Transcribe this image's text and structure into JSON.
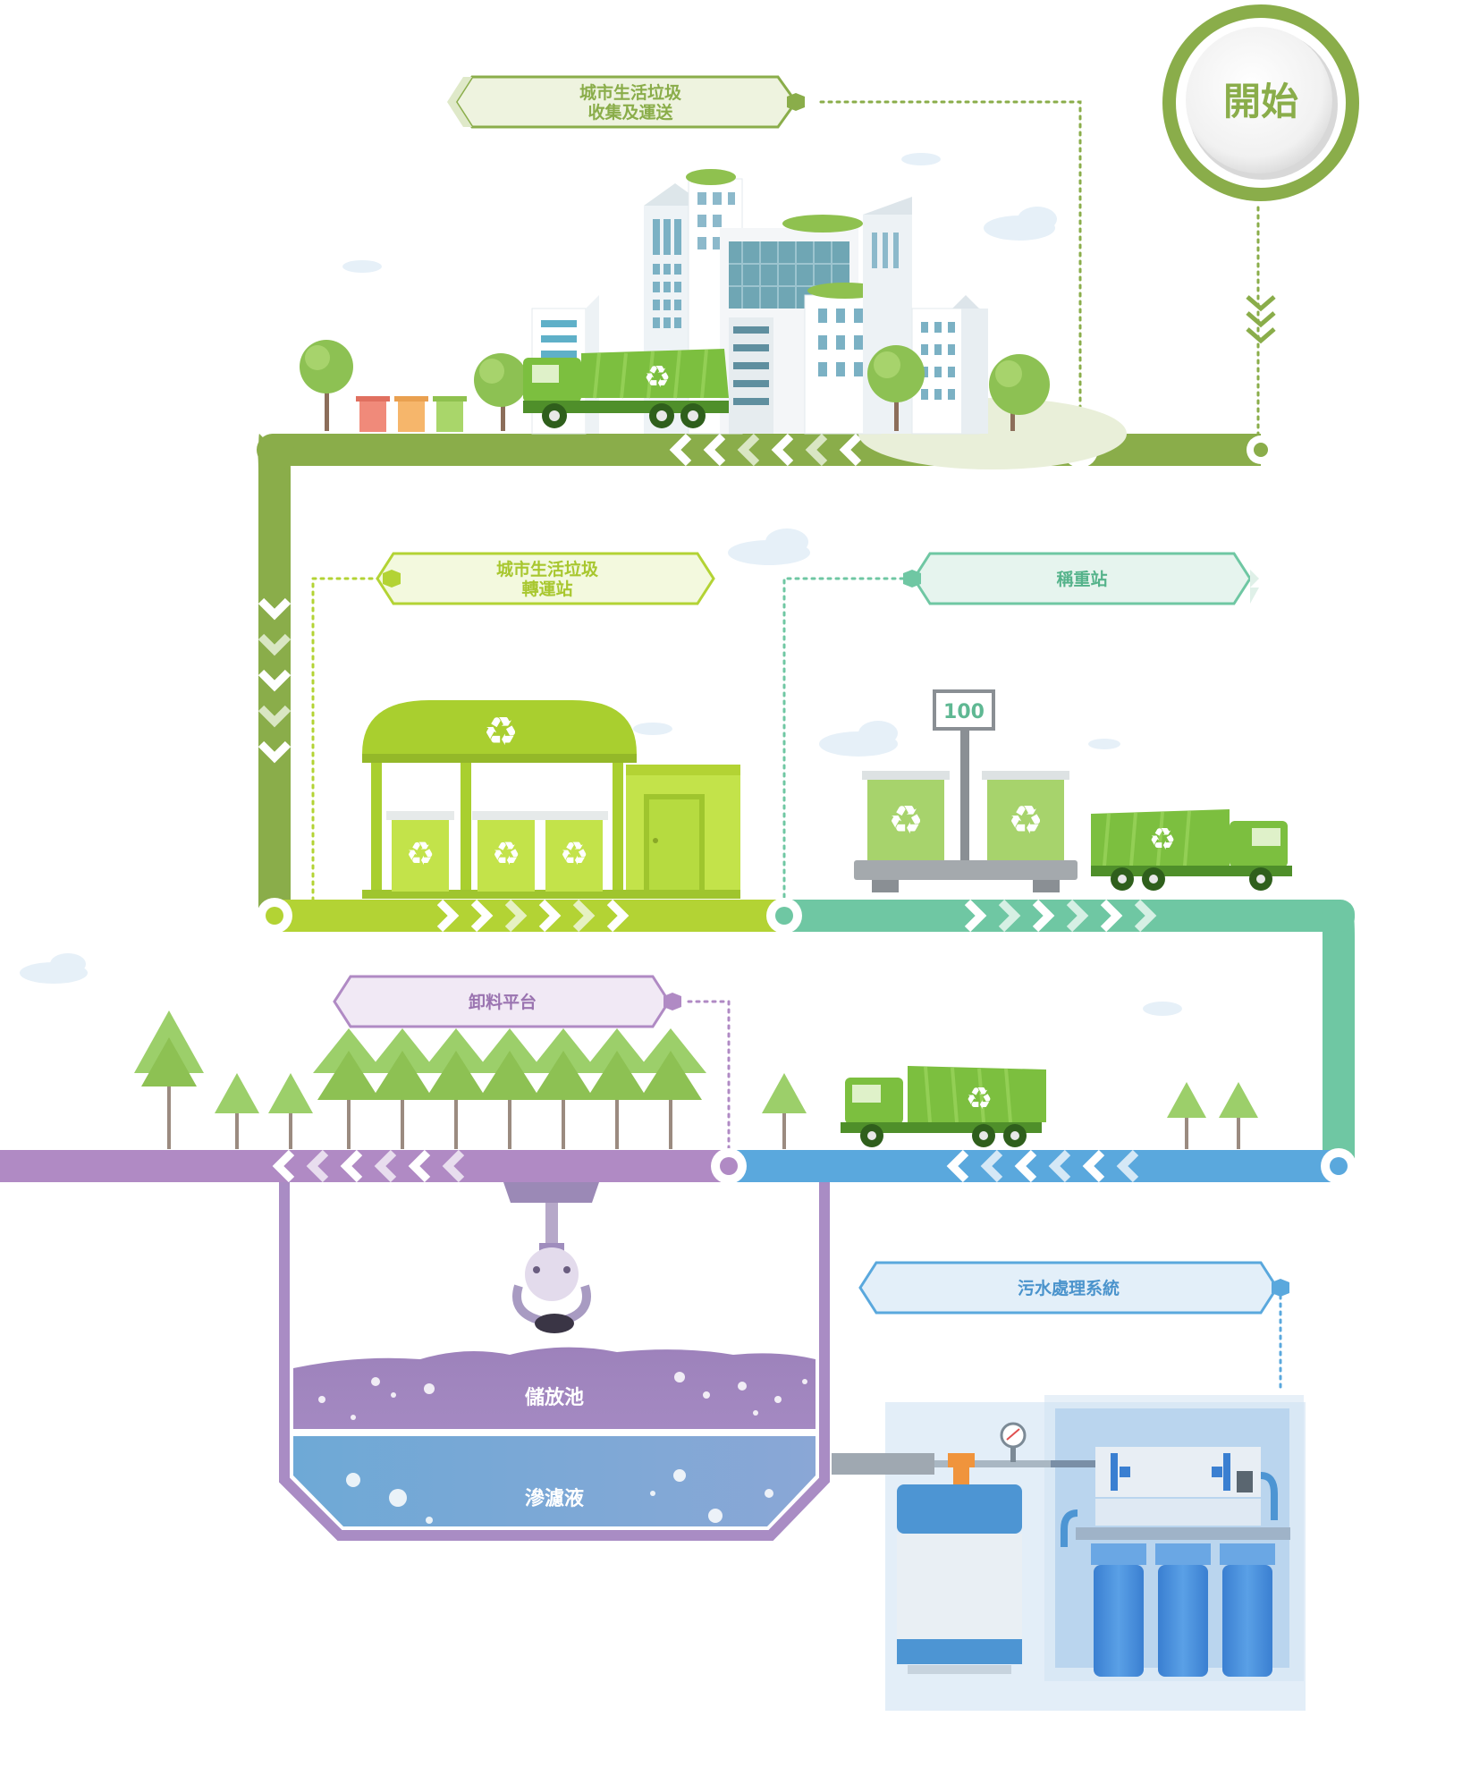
{
  "start": {
    "label": "開始"
  },
  "stages": [
    {
      "id": "collection",
      "lines": [
        "城市生活垃圾",
        "收集及運送"
      ]
    },
    {
      "id": "transfer",
      "lines": [
        "城市生活垃圾",
        "轉運站"
      ]
    },
    {
      "id": "weigh",
      "lines": [
        "稱重站"
      ]
    },
    {
      "id": "unload",
      "lines": [
        "卸料平台"
      ]
    },
    {
      "id": "sewage",
      "lines": [
        "污水處理系統"
      ]
    }
  ],
  "scale_display": "100",
  "pit": {
    "storage": "儲放池",
    "leachate": "滲濾液"
  },
  "colors": {
    "green_dark": "#8aad4a",
    "lime": "#b3d334",
    "teal": "#6fc7a3",
    "blue": "#5aa8dd",
    "purple": "#b08ac4",
    "truck": "#7cbf3f"
  },
  "icons": [
    "recycle-icon",
    "gauge-icon",
    "chevron-arrow-icon",
    "tree-icon",
    "cloud-icon"
  ]
}
